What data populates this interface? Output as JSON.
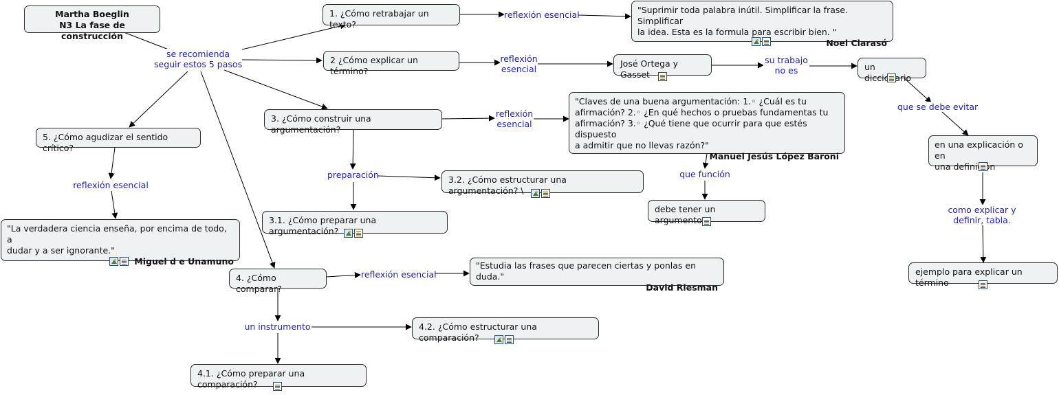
{
  "nodes": {
    "root": {
      "line1": "Martha Boeglin",
      "line2": "N3 La fase de construcción"
    },
    "q1": "1. ¿Cómo retrabajar un texto?",
    "q2": "2 ¿Cómo explicar un término?",
    "q3": "3. ¿Cómo construir una argumentación?",
    "q31": "3.1. ¿Cómo preparar una argumentación?",
    "q32": "3.2. ¿Cómo estructurar una argumentación? \\",
    "q4": "4. ¿Cómo comparar?",
    "q41": "4.1. ¿Cómo preparar una comparación?",
    "q42": "4.2. ¿Cómo estructurar una comparación?",
    "q5": "5. ¿Cómo agudizar el sentido crítico?",
    "quote_clarasó": {
      "text": "\"Suprimir toda palabra inútil. Simplificar la frase. Simplificar\nla idea. Esta es la formula para escribir bien. \"",
      "author": "Noel Clarasó"
    },
    "ortega": "José Ortega y Gasset",
    "diccionario": "un diccionario",
    "quote_baroni": {
      "text": "\"Claves de una buena argumentación: 1.◦ ¿Cuál es tu\nafirmación? 2.◦ ¿En qué hechos o pruebas fundamentas tu\nafirmación? 3.◦ ¿Qué tiene que ocurrir para que estés dispuesto\na admitir que no llevas razón?\"",
      "author": "Manuel Jesús López Baroni"
    },
    "argumento": "debe tener un argumento",
    "explicacion": "en una explicación o en\nuna definición",
    "ejemplo": "ejemplo para explicar un término",
    "quote_unamuno": {
      "text": "\"La verdadera ciencia enseña, por encima de todo, a\ndudar y a ser ignorante.\"",
      "author": "Miguel d e Unamuno"
    },
    "quote_riesman": {
      "text": "\"Estudia las frases que parecen ciertas y ponlas en duda.\"",
      "author": "David Riesman"
    }
  },
  "links": {
    "recomienda": "se recomienda\nseguir estos 5 pasos",
    "refl1": "reflexión esencial",
    "refl2": "reflexión\nesencial",
    "refl3": "reflexión\nesencial",
    "refl4": "reflexión esencial",
    "refl5": "reflexión esencial",
    "trabajo": "su trabajo\nno es",
    "evitar": "que se debe evitar",
    "funcion": "que función",
    "como_explicar": "como explicar y\ndefinir, tabla.",
    "preparacion": "preparación",
    "instrumento": "un instrumento"
  },
  "colors": {
    "node_fill": "#eef2f2",
    "link_text": "#1f1fb0",
    "border": "#2b2b2b"
  },
  "icons": [
    "image-icon",
    "document-icon"
  ]
}
